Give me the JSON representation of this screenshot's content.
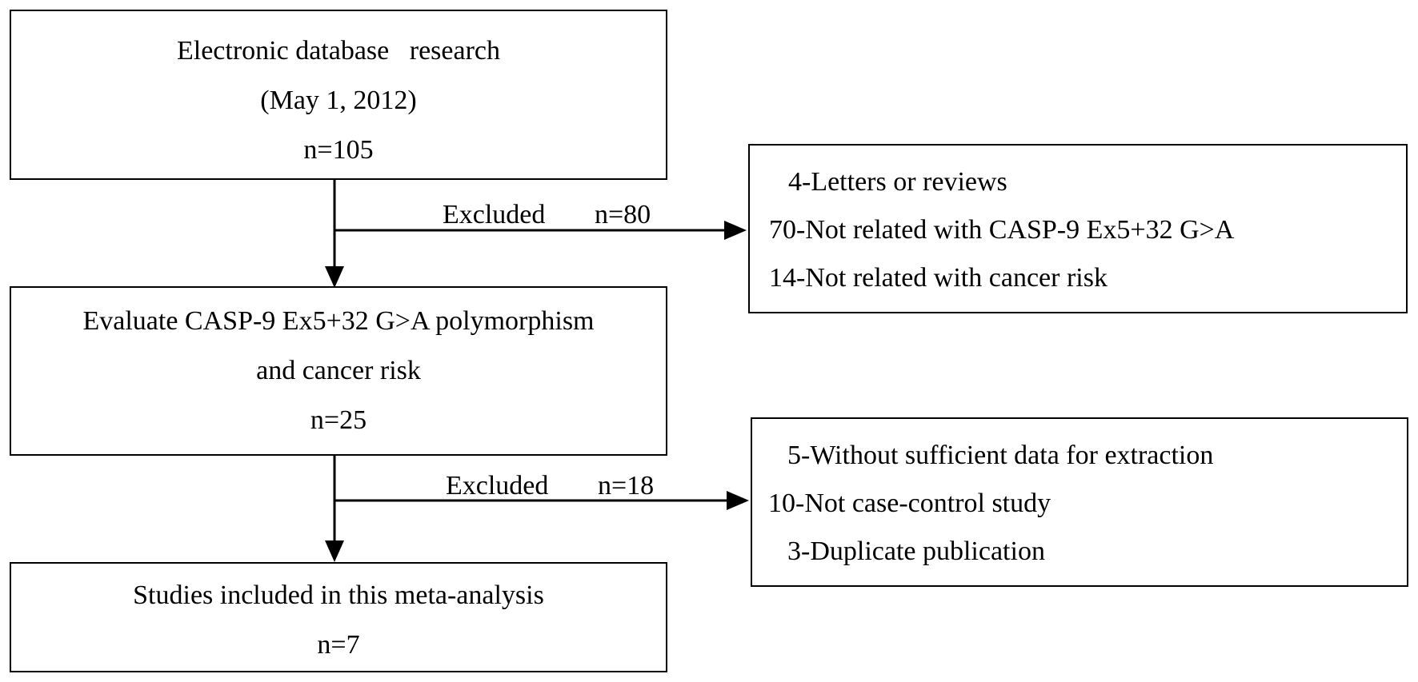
{
  "boxes": {
    "search": {
      "line1": "Electronic database   research",
      "line2": "(May 1, 2012)",
      "line3": "n=105"
    },
    "evaluate": {
      "line1": "Evaluate CASP-9 Ex5+32 G>A polymorphism",
      "line2": "and cancer risk",
      "line3": "n=25"
    },
    "included": {
      "line1": "Studies included in this meta-analysis",
      "line2": "n=7"
    },
    "exclusion1": {
      "line1": "4-Letters or reviews",
      "line2": "70-Not related with CASP-9 Ex5+32 G>A",
      "line3": "14-Not related with cancer risk"
    },
    "exclusion2": {
      "line1": "5-Without sufficient data for extraction",
      "line2": "10-Not case-control study",
      "line3": "3-Duplicate publication"
    }
  },
  "arrows": {
    "excluded1": {
      "label": "Excluded",
      "count": "n=80"
    },
    "excluded2": {
      "label": "Excluded",
      "count": "n=18"
    }
  }
}
